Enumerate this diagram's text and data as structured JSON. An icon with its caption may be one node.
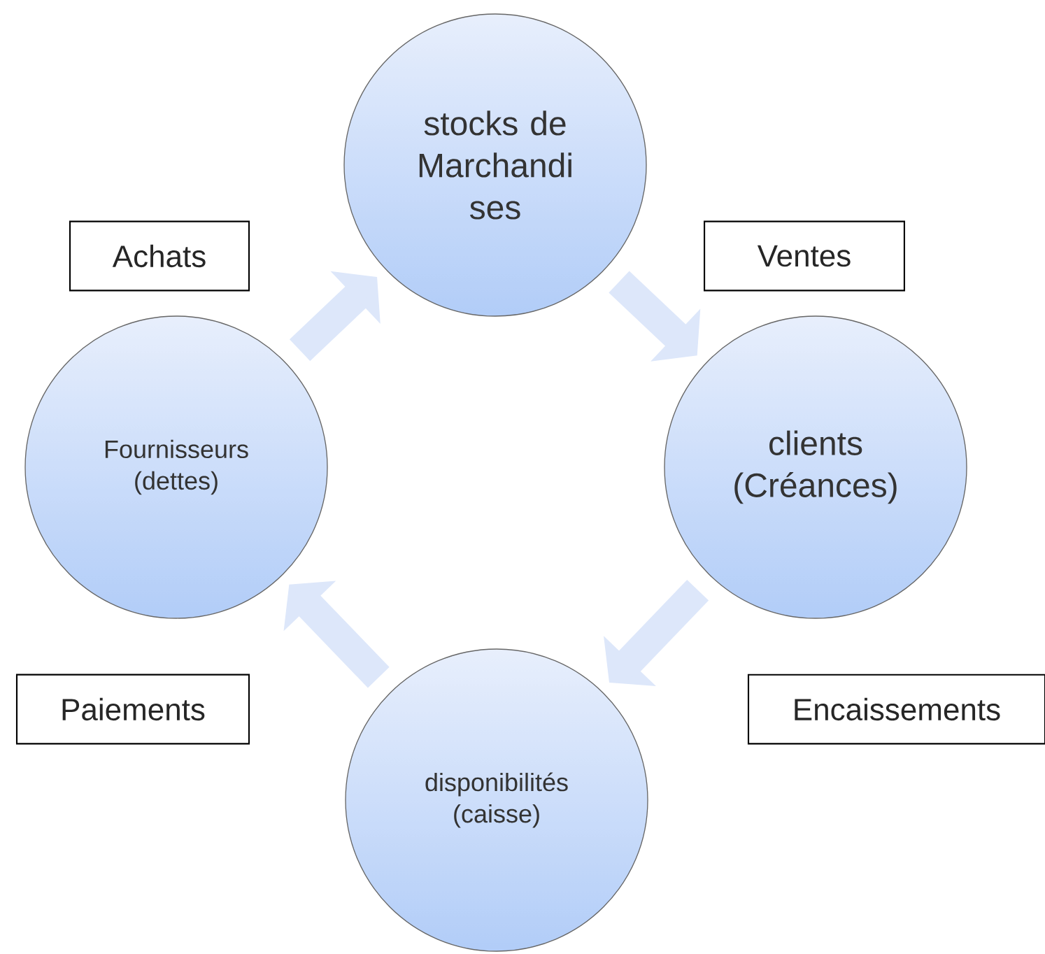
{
  "diagram": {
    "nodes": [
      {
        "text": [
          "stocks de Marchandi ses"
        ]
      },
      {
        "text": [
          "clients (Créances)"
        ]
      },
      {
        "text": [
          "disponibilités (caisse)"
        ]
      },
      {
        "text": [
          "Fournisseurs (dettes)"
        ]
      },
      {
        "text": [
          "Achats"
        ]
      },
      {
        "text": [
          "Ventes"
        ]
      },
      {
        "text": [
          "Paiements"
        ]
      },
      {
        "text": [
          "Encaissements"
        ]
      }
    ],
    "edges": [
      {
        "from": 3,
        "to": 0,
        "arrow": "to"
      },
      {
        "from": 0,
        "to": 1,
        "arrow": "to"
      },
      {
        "from": 1,
        "to": 2,
        "arrow": "to"
      },
      {
        "from": 2,
        "to": 3,
        "arrow": "to"
      }
    ]
  }
}
